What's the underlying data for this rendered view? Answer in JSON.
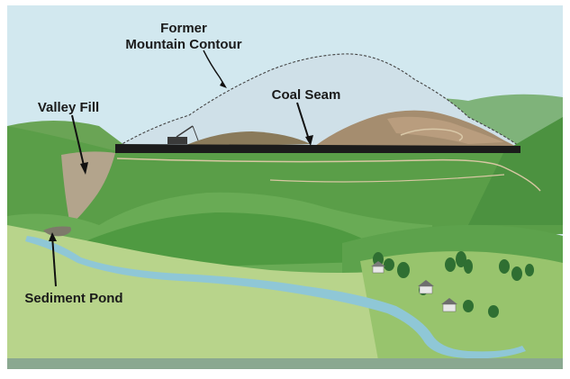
{
  "labels": {
    "former_contour_line1": "Former",
    "former_contour_line2": "Mountain Contour",
    "coal_seam": "Coal Seam",
    "valley_fill": "Valley Fill",
    "sediment_pond": "Sediment Pond"
  },
  "colors": {
    "sky": "#cfe6ee",
    "contour_fill": "#cfe1e9",
    "coal_seam": "#1b1b1b",
    "mined_soil": "#a48b6f",
    "river": "#8fc7d6",
    "hill_dark": "#3f8d3c",
    "hill_mid": "#5fa64d",
    "hill_light": "#8cbf68",
    "meadow": "#b9d58c",
    "ground_strip": "#8ba890"
  }
}
